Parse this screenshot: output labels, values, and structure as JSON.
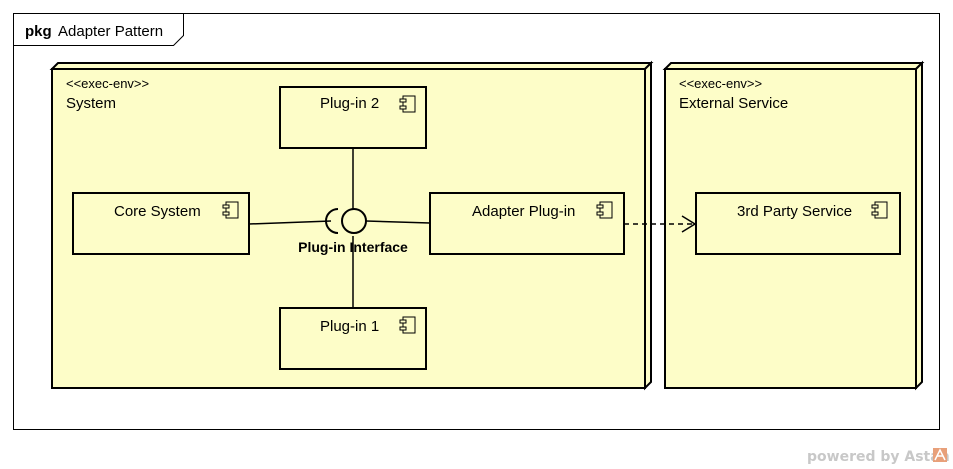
{
  "package": {
    "keyword": "pkg",
    "name": "Adapter Pattern"
  },
  "nodes": {
    "system": {
      "stereotype": "<<exec-env>>",
      "name": "System"
    },
    "external": {
      "stereotype": "<<exec-env>>",
      "name": "External Service"
    }
  },
  "components": {
    "plugin2": "Plug-in 2",
    "core": "Core System",
    "adapter": "Adapter Plug-in",
    "plugin1": "Plug-in 1",
    "third_party": "3rd Party Service"
  },
  "interface": {
    "name": "Plug-in Interface"
  },
  "watermark": {
    "text": "powered by Astah"
  },
  "colors": {
    "node_fill": "#fdfdc8",
    "component_fill": "#fdfdc8",
    "stroke": "#000000",
    "watermark": "#c8c8c8",
    "logo": "#e8a07a"
  }
}
